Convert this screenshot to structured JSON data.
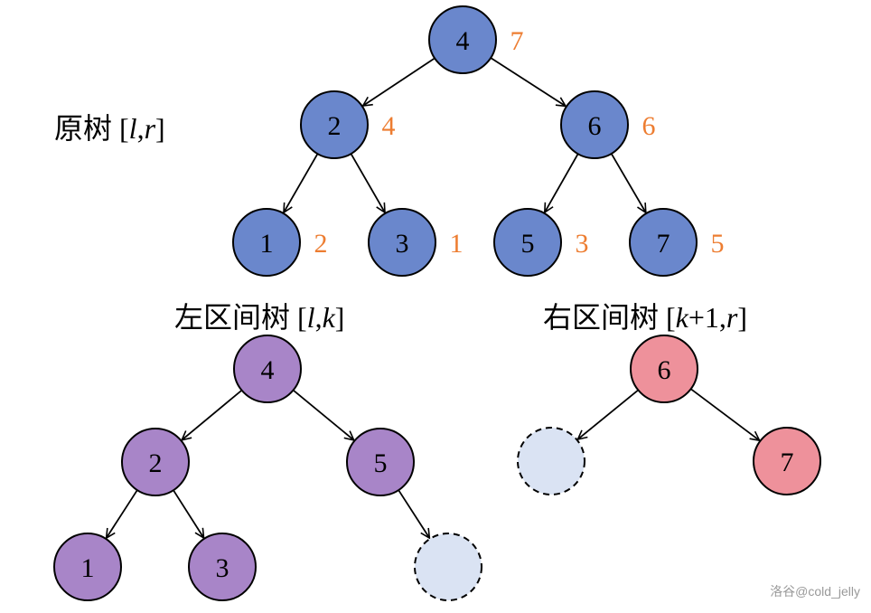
{
  "colors": {
    "original": "#6A87CC",
    "left": "#A885C8",
    "right": "#EE919B",
    "empty": "#DAE3F3",
    "priority_label": "#ED7D31",
    "edge": "#000000"
  },
  "titles": {
    "original": {
      "text": "原树 ",
      "lb": "[",
      "a": "l",
      "comma": ",",
      "b": "r",
      "rb": "]"
    },
    "left": {
      "text": "左区间树 ",
      "lb": "[",
      "a": "l",
      "comma": ",",
      "b": "k",
      "rb": "]"
    },
    "right": {
      "text": "右区间树 ",
      "lb": "[",
      "a": "k",
      "plus": "+1,",
      "b": "r",
      "rb": "]"
    }
  },
  "trees": {
    "original": {
      "nodes": [
        {
          "id": "o4",
          "key": "4",
          "priority": "7"
        },
        {
          "id": "o2",
          "key": "2",
          "priority": "4"
        },
        {
          "id": "o6",
          "key": "6",
          "priority": "6"
        },
        {
          "id": "o1",
          "key": "1",
          "priority": "2"
        },
        {
          "id": "o3",
          "key": "3",
          "priority": "1"
        },
        {
          "id": "o5",
          "key": "5",
          "priority": "3"
        },
        {
          "id": "o7",
          "key": "7",
          "priority": "5"
        }
      ],
      "edges": [
        [
          "o4",
          "o2"
        ],
        [
          "o4",
          "o6"
        ],
        [
          "o2",
          "o1"
        ],
        [
          "o2",
          "o3"
        ],
        [
          "o6",
          "o5"
        ],
        [
          "o6",
          "o7"
        ]
      ]
    },
    "left": {
      "nodes": [
        {
          "id": "l4",
          "key": "4"
        },
        {
          "id": "l2",
          "key": "2"
        },
        {
          "id": "l5",
          "key": "5"
        },
        {
          "id": "l1",
          "key": "1"
        },
        {
          "id": "l3",
          "key": "3"
        },
        {
          "id": "lnull",
          "key": "",
          "empty": true
        }
      ],
      "edges": [
        [
          "l4",
          "l2"
        ],
        [
          "l4",
          "l5"
        ],
        [
          "l2",
          "l1"
        ],
        [
          "l2",
          "l3"
        ],
        [
          "l5",
          "lnull"
        ]
      ]
    },
    "right": {
      "nodes": [
        {
          "id": "r6",
          "key": "6"
        },
        {
          "id": "rnull",
          "key": "",
          "empty": true
        },
        {
          "id": "r7",
          "key": "7"
        }
      ],
      "edges": [
        [
          "r6",
          "rnull"
        ],
        [
          "r6",
          "r7"
        ]
      ]
    }
  },
  "watermark": "洛谷@cold_jelly"
}
